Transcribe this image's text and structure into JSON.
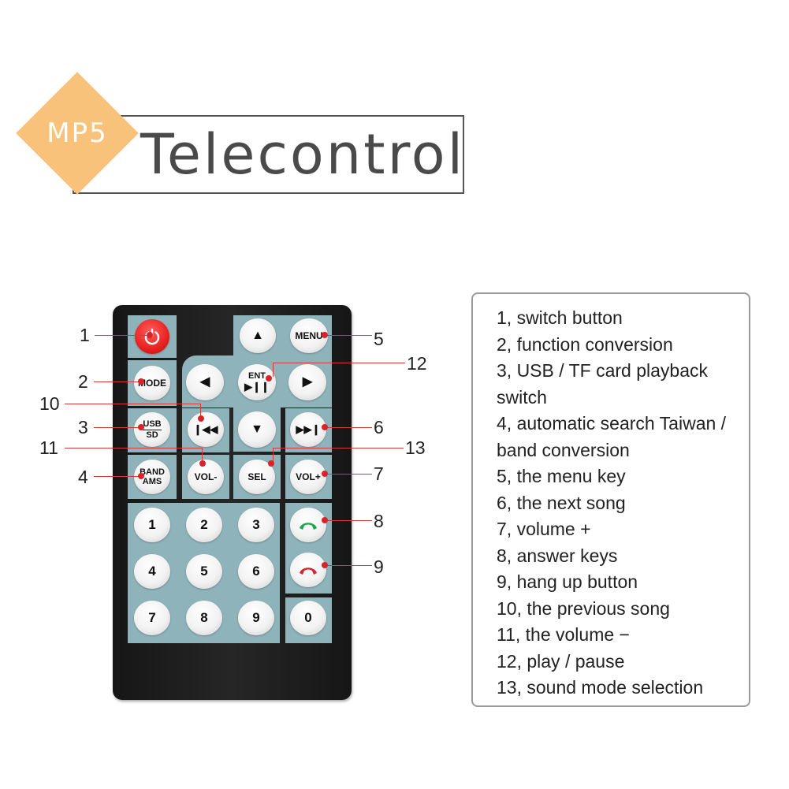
{
  "header": {
    "badge": "MP5",
    "title": "Telecontrol"
  },
  "legend": {
    "items": [
      "1, switch button",
      "2, function conversion",
      "3, USB / TF card playback",
      "switch",
      "4, automatic search Taiwan /",
      "band conversion",
      "5, the menu key",
      "6, the next song",
      "7, volume +",
      "8, answer keys",
      "9, hang up button",
      "10, the previous song",
      "11, the volume −",
      "12, play / pause",
      "13, sound mode selection"
    ]
  },
  "remote": {
    "buttons": {
      "mode": "MODE",
      "menu": "MENU",
      "usb": "USB",
      "sd": "SD",
      "band": "BAND",
      "ams": "AMS",
      "vol_minus": "VOL-",
      "sel": "SEL",
      "vol_plus": "VOL+",
      "ent": "ENT",
      "digits": [
        "1",
        "2",
        "3",
        "4",
        "5",
        "6",
        "7",
        "8",
        "9",
        "0"
      ]
    },
    "colors": {
      "body": "#1e1e1e",
      "panel": "#8fb3ba",
      "power": "#e8221f",
      "answer": "#1fa64a",
      "hangup": "#d8232a"
    }
  },
  "callouts": [
    "1",
    "2",
    "3",
    "4",
    "5",
    "6",
    "7",
    "8",
    "9",
    "10",
    "11",
    "12",
    "13"
  ]
}
